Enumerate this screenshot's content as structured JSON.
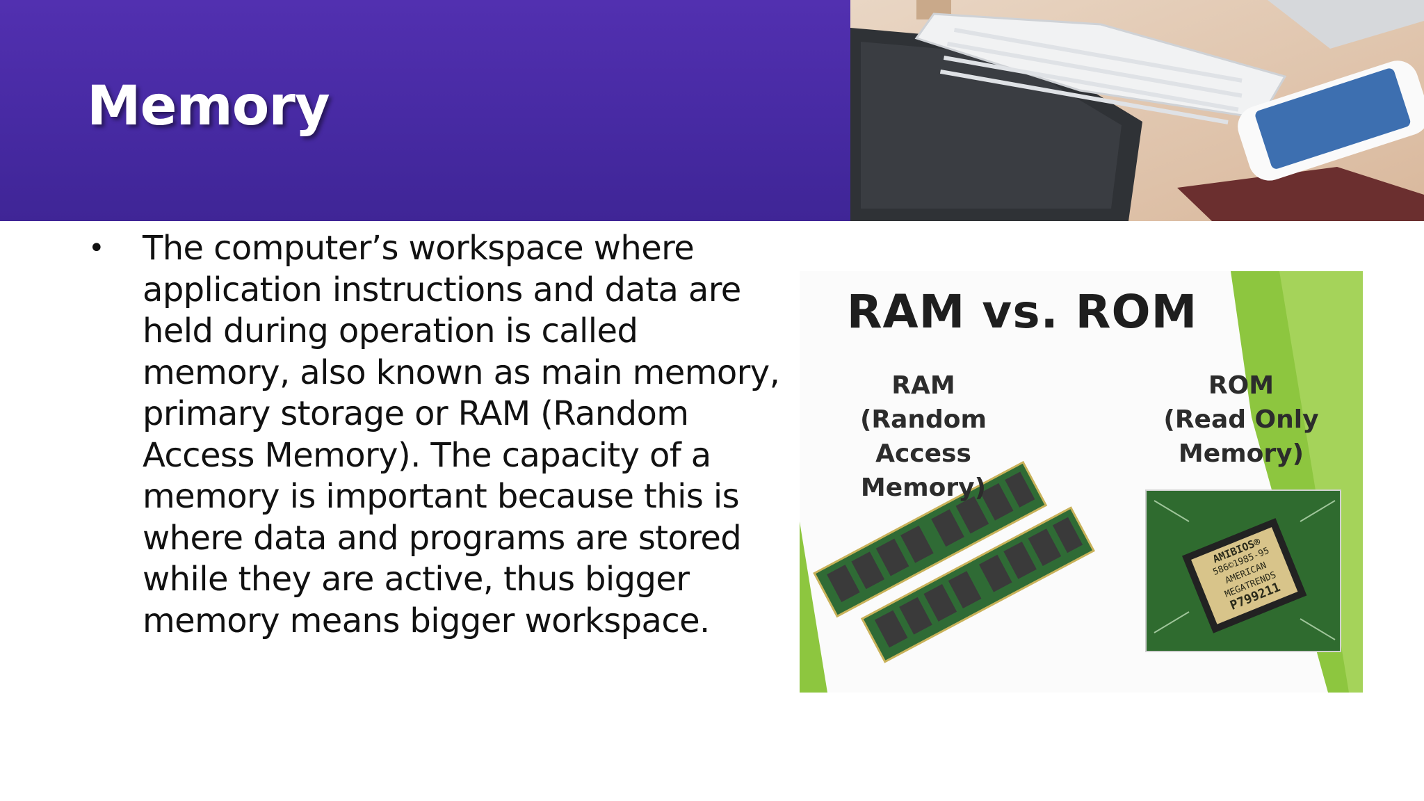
{
  "slide": {
    "title": "Memory",
    "bullets": [
      "The computer’s workspace where application instructions and data are held during operation is called memory, also known as main memory, primary storage or RAM (Random Access Memory). The capacity of a memory is important because this is where data and programs are stored while they are active, thus bigger memory means bigger workspace."
    ],
    "bullet_symbol": "•",
    "header_color": "#4a2ca6"
  },
  "figure": {
    "title": "RAM vs. ROM",
    "ram_lines": [
      "RAM",
      "(Random Access",
      "Memory)"
    ],
    "rom_lines": [
      "ROM",
      "(Read Only",
      "Memory)"
    ],
    "chip_lines": [
      "AMIBIOS®",
      "586©1985-95",
      "AMERICAN",
      "MEGATRENDS",
      "P799211"
    ],
    "accent_color": "#8dc63f"
  }
}
